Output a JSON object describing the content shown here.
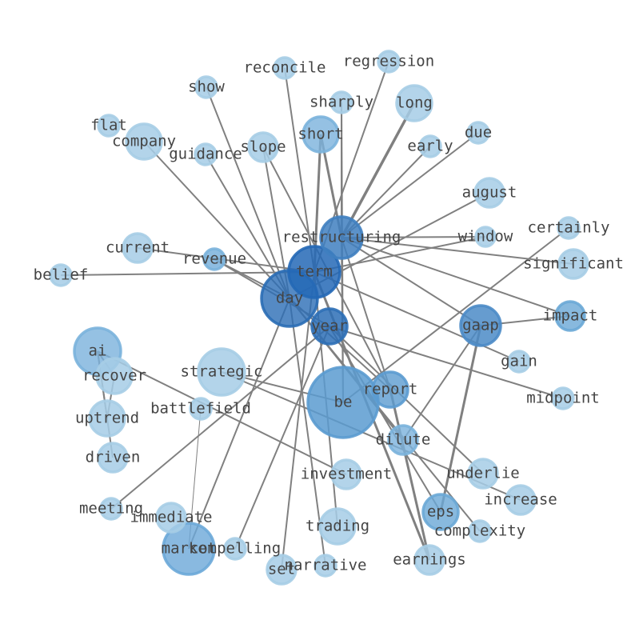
{
  "nodes": {
    "be": "be",
    "day": "day",
    "term": "term",
    "restructuring": "restructuring",
    "year": "year",
    "gaap": "gaap",
    "report": "report",
    "market": "market",
    "ai": "ai",
    "strategic": "strategic",
    "short": "short",
    "long": "long",
    "impact": "impact",
    "eps": "eps",
    "dilute": "dilute",
    "company": "company",
    "trading": "trading",
    "earnings": "earnings",
    "recover": "recover",
    "uptrend": "uptrend",
    "significant": "significant",
    "investment": "investment",
    "underlie": "underlie",
    "slope": "slope",
    "current": "current",
    "increase": "increase",
    "august": "august",
    "immediate": "immediate",
    "driven": "driven",
    "set": "set",
    "revenue": "revenue",
    "compelling": "compelling",
    "complexity": "complexity",
    "gain": "gain",
    "window": "window",
    "certainly": "certainly",
    "early": "early",
    "due": "due",
    "sharply": "sharply",
    "regression": "regression",
    "reconcile": "reconcile",
    "show": "show",
    "guidance": "guidance",
    "flat": "flat",
    "belief": "belief",
    "battlefield": "battlefield",
    "midpoint": "midpoint",
    "meeting": "meeting",
    "narrative": "narrative"
  },
  "colors": {
    "edge": "#808080",
    "label": "#444444",
    "node_dark": "#1f68b5",
    "node_mid": "#5a9fd4",
    "node_light": "#9ecae1"
  }
}
